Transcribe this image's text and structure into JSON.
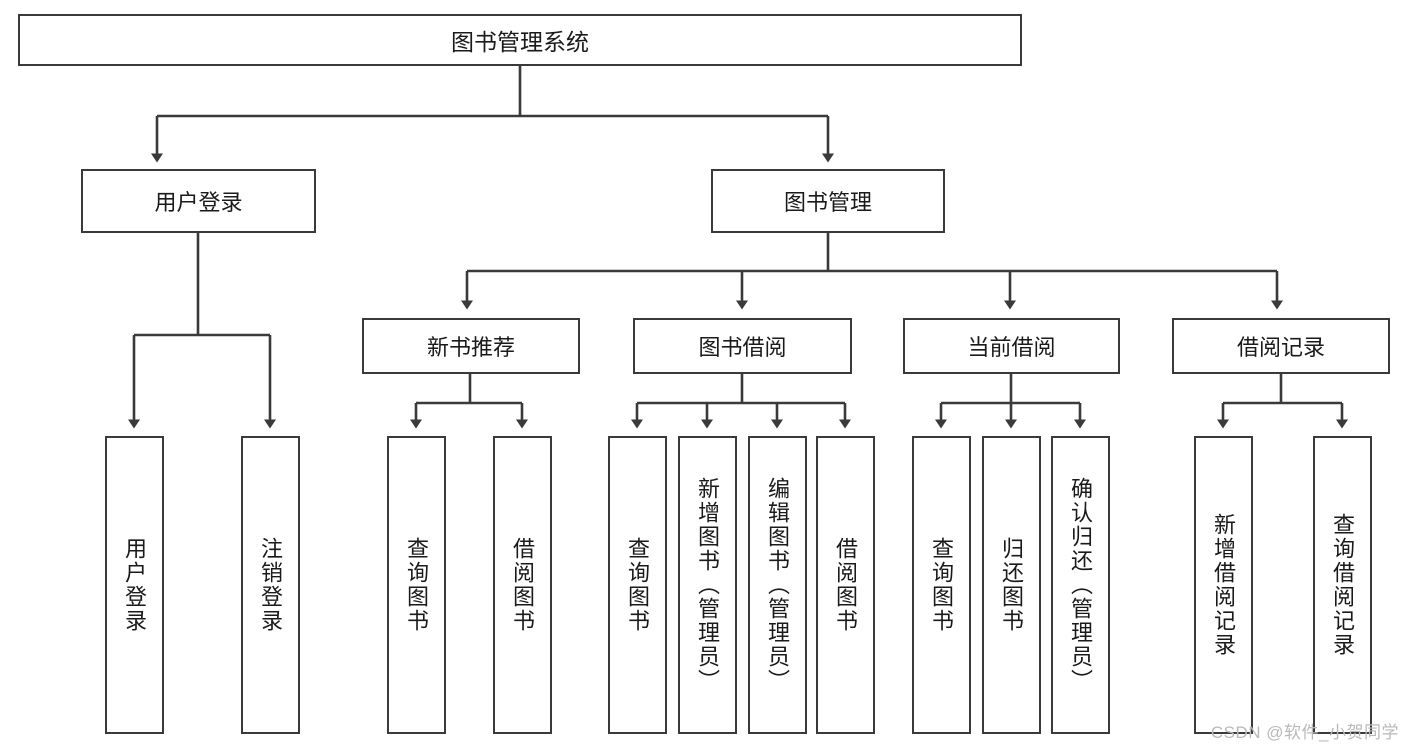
{
  "diagram": {
    "title": "图书管理系统",
    "type": "tree-hierarchy-diagram",
    "colors": {
      "stroke": "#3a3a3a",
      "fill": "#ffffff",
      "text": "#1a1a1a",
      "watermark": "#b9b9b9"
    },
    "nodes": {
      "root": {
        "label": "图书管理系统"
      },
      "level2": [
        {
          "label": "用户登录"
        },
        {
          "label": "图书管理"
        }
      ],
      "level3": [
        {
          "label": "新书推荐"
        },
        {
          "label": "图书借阅"
        },
        {
          "label": "当前借阅"
        },
        {
          "label": "借阅记录"
        }
      ],
      "leaves": {
        "user_login": [
          {
            "label": "用户登录"
          },
          {
            "label": "注销登录"
          }
        ],
        "new_book_recommend": [
          {
            "label": "查询图书"
          },
          {
            "label": "借阅图书"
          }
        ],
        "book_borrow": [
          {
            "label": "查询图书"
          },
          {
            "label": "新增图书（管理员）"
          },
          {
            "label": "编辑图书（管理员）"
          },
          {
            "label": "借阅图书"
          }
        ],
        "current_borrow": [
          {
            "label": "查询图书"
          },
          {
            "label": "归还图书"
          },
          {
            "label": "确认归还（管理员）"
          }
        ],
        "borrow_record": [
          {
            "label": "新增借阅记录"
          },
          {
            "label": "查询借阅记录"
          }
        ]
      }
    },
    "watermark": "CSDN @软件_小贺同学"
  }
}
